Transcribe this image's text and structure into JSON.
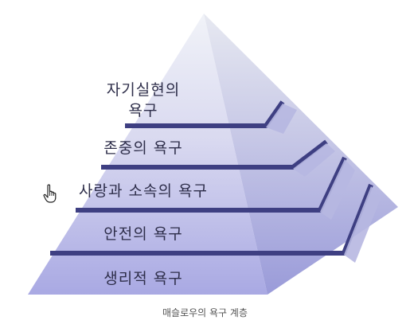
{
  "pyramid": {
    "levels": [
      {
        "label_line1": "자기실현의",
        "label_line2": "욕구"
      },
      {
        "label": "존중의 욕구"
      },
      {
        "label": "사랑과 소속의 욕구"
      },
      {
        "label": "안전의 욕구"
      },
      {
        "label": "생리적 욕구"
      }
    ]
  },
  "caption": "매슬로우의 욕구 계층"
}
